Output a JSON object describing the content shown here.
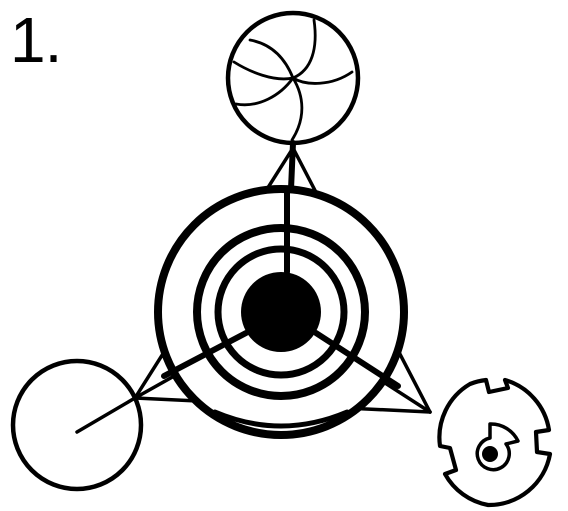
{
  "figure": {
    "label": "1."
  },
  "colors": {
    "ink": "#000000",
    "paper": "#ffffff"
  },
  "diagram": {
    "parts": [
      "top-circle-with-spiral-arms",
      "central-concentric-rings-with-filled-core",
      "triangle-frame",
      "bottom-left-circle-with-radius",
      "bottom-right-notched-ring-with-dot"
    ]
  }
}
